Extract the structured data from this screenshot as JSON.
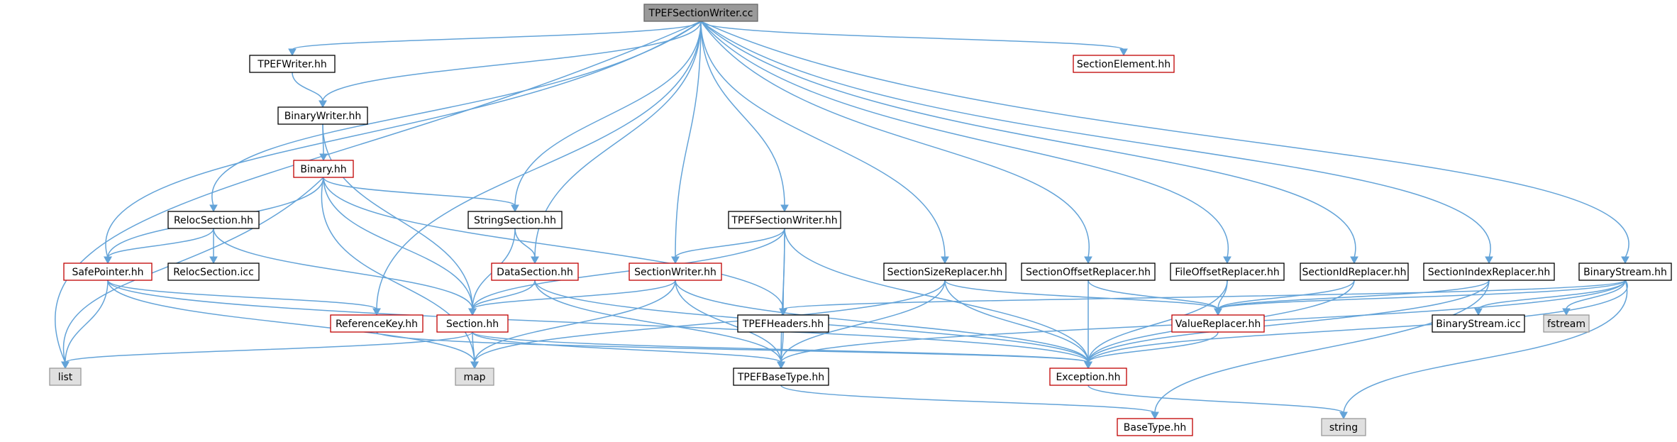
{
  "diagram": {
    "colors": {
      "edge": "#63a3d8",
      "root_fill": "#9a9a9a",
      "root_border": "#666666",
      "plain_border": "#000000",
      "red_border": "#c00000",
      "gray_fill": "#e0e0e0",
      "gray_border": "#999999"
    },
    "nodes": [
      {
        "id": "tpefsectionwriter_cc",
        "label": "TPEFSectionWriter.cc",
        "kind": "root"
      },
      {
        "id": "tpefwriter_hh",
        "label": "TPEFWriter.hh",
        "kind": "plain"
      },
      {
        "id": "sectionelement_hh",
        "label": "SectionElement.hh",
        "kind": "red"
      },
      {
        "id": "binarywriter_hh",
        "label": "BinaryWriter.hh",
        "kind": "plain"
      },
      {
        "id": "binary_hh",
        "label": "Binary.hh",
        "kind": "red"
      },
      {
        "id": "relocsection_hh",
        "label": "RelocSection.hh",
        "kind": "plain"
      },
      {
        "id": "stringsection_hh",
        "label": "StringSection.hh",
        "kind": "plain"
      },
      {
        "id": "tpefsectionwriter_hh",
        "label": "TPEFSectionWriter.hh",
        "kind": "plain"
      },
      {
        "id": "safepointer_hh",
        "label": "SafePointer.hh",
        "kind": "red"
      },
      {
        "id": "relocsection_icc",
        "label": "RelocSection.icc",
        "kind": "plain"
      },
      {
        "id": "datasection_hh",
        "label": "DataSection.hh",
        "kind": "red"
      },
      {
        "id": "sectionwriter_hh",
        "label": "SectionWriter.hh",
        "kind": "red"
      },
      {
        "id": "sectionsizereplacer_hh",
        "label": "SectionSizeReplacer.hh",
        "kind": "plain"
      },
      {
        "id": "sectionoffsetreplacer_hh",
        "label": "SectionOffsetReplacer.hh",
        "kind": "plain"
      },
      {
        "id": "fileoffsetreplacer_hh",
        "label": "FileOffsetReplacer.hh",
        "kind": "plain"
      },
      {
        "id": "sectionidreplacer_hh",
        "label": "SectionIdReplacer.hh",
        "kind": "plain"
      },
      {
        "id": "sectionindexreplacer_hh",
        "label": "SectionIndexReplacer.hh",
        "kind": "plain"
      },
      {
        "id": "binarystream_hh",
        "label": "BinaryStream.hh",
        "kind": "plain"
      },
      {
        "id": "referencekey_hh",
        "label": "ReferenceKey.hh",
        "kind": "red"
      },
      {
        "id": "section_hh",
        "label": "Section.hh",
        "kind": "red"
      },
      {
        "id": "tpefheaders_hh",
        "label": "TPEFHeaders.hh",
        "kind": "plain"
      },
      {
        "id": "valuereplacer_hh",
        "label": "ValueReplacer.hh",
        "kind": "red"
      },
      {
        "id": "binarystream_icc",
        "label": "BinaryStream.icc",
        "kind": "plain"
      },
      {
        "id": "fstream",
        "label": "fstream",
        "kind": "gray"
      },
      {
        "id": "list",
        "label": "list",
        "kind": "gray"
      },
      {
        "id": "map",
        "label": "map",
        "kind": "gray"
      },
      {
        "id": "tpefbasetype_hh",
        "label": "TPEFBaseType.hh",
        "kind": "plain"
      },
      {
        "id": "exception_hh",
        "label": "Exception.hh",
        "kind": "red"
      },
      {
        "id": "basetype_hh",
        "label": "BaseType.hh",
        "kind": "red"
      },
      {
        "id": "string",
        "label": "string",
        "kind": "gray"
      }
    ],
    "edges": [
      [
        "tpefsectionwriter_cc",
        "tpefwriter_hh"
      ],
      [
        "tpefsectionwriter_cc",
        "sectionelement_hh"
      ],
      [
        "tpefsectionwriter_cc",
        "binarywriter_hh"
      ],
      [
        "tpefsectionwriter_cc",
        "relocsection_hh"
      ],
      [
        "tpefsectionwriter_cc",
        "stringsection_hh"
      ],
      [
        "tpefsectionwriter_cc",
        "tpefsectionwriter_hh"
      ],
      [
        "tpefsectionwriter_cc",
        "safepointer_hh"
      ],
      [
        "tpefsectionwriter_cc",
        "list"
      ],
      [
        "tpefsectionwriter_cc",
        "datasection_hh"
      ],
      [
        "tpefsectionwriter_cc",
        "sectionwriter_hh"
      ],
      [
        "tpefsectionwriter_cc",
        "referencekey_hh"
      ],
      [
        "tpefsectionwriter_cc",
        "sectionsizereplacer_hh"
      ],
      [
        "tpefsectionwriter_cc",
        "sectionoffsetreplacer_hh"
      ],
      [
        "tpefsectionwriter_cc",
        "fileoffsetreplacer_hh"
      ],
      [
        "tpefsectionwriter_cc",
        "sectionidreplacer_hh"
      ],
      [
        "tpefsectionwriter_cc",
        "sectionindexreplacer_hh"
      ],
      [
        "tpefsectionwriter_cc",
        "binarystream_hh"
      ],
      [
        "tpefwriter_hh",
        "binarywriter_hh"
      ],
      [
        "binarywriter_hh",
        "binary_hh"
      ],
      [
        "binarywriter_hh",
        "section_hh"
      ],
      [
        "binary_hh",
        "safepointer_hh"
      ],
      [
        "binary_hh",
        "list"
      ],
      [
        "binary_hh",
        "map"
      ],
      [
        "binary_hh",
        "section_hh"
      ],
      [
        "binary_hh",
        "stringsection_hh"
      ],
      [
        "binary_hh",
        "tpefheaders_hh"
      ],
      [
        "relocsection_hh",
        "safepointer_hh"
      ],
      [
        "relocsection_hh",
        "relocsection_icc"
      ],
      [
        "relocsection_hh",
        "section_hh"
      ],
      [
        "stringsection_hh",
        "datasection_hh"
      ],
      [
        "stringsection_hh",
        "section_hh"
      ],
      [
        "tpefsectionwriter_hh",
        "sectionwriter_hh"
      ],
      [
        "tpefsectionwriter_hh",
        "tpefheaders_hh"
      ],
      [
        "tpefsectionwriter_hh",
        "tpefbasetype_hh"
      ],
      [
        "tpefsectionwriter_hh",
        "exception_hh"
      ],
      [
        "tpefsectionwriter_hh",
        "section_hh"
      ],
      [
        "safepointer_hh",
        "referencekey_hh"
      ],
      [
        "safepointer_hh",
        "list"
      ],
      [
        "safepointer_hh",
        "map"
      ],
      [
        "safepointer_hh",
        "exception_hh"
      ],
      [
        "datasection_hh",
        "section_hh"
      ],
      [
        "datasection_hh",
        "tpefbasetype_hh"
      ],
      [
        "datasection_hh",
        "exception_hh"
      ],
      [
        "sectionwriter_hh",
        "section_hh"
      ],
      [
        "sectionwriter_hh",
        "map"
      ],
      [
        "sectionwriter_hh",
        "tpefbasetype_hh"
      ],
      [
        "sectionwriter_hh",
        "exception_hh"
      ],
      [
        "referencekey_hh",
        "exception_hh"
      ],
      [
        "section_hh",
        "list"
      ],
      [
        "section_hh",
        "map"
      ],
      [
        "section_hh",
        "tpefbasetype_hh"
      ],
      [
        "section_hh",
        "exception_hh"
      ],
      [
        "tpefheaders_hh",
        "tpefbasetype_hh"
      ],
      [
        "tpefbasetype_hh",
        "basetype_hh"
      ],
      [
        "exception_hh",
        "string"
      ],
      [
        "sectionsizereplacer_hh",
        "valuereplacer_hh"
      ],
      [
        "sectionsizereplacer_hh",
        "exception_hh"
      ],
      [
        "sectionsizereplacer_hh",
        "tpefbasetype_hh"
      ],
      [
        "sectionsizereplacer_hh",
        "map"
      ],
      [
        "sectionoffsetreplacer_hh",
        "valuereplacer_hh"
      ],
      [
        "sectionoffsetreplacer_hh",
        "exception_hh"
      ],
      [
        "fileoffsetreplacer_hh",
        "valuereplacer_hh"
      ],
      [
        "fileoffsetreplacer_hh",
        "exception_hh"
      ],
      [
        "sectionidreplacer_hh",
        "valuereplacer_hh"
      ],
      [
        "sectionidreplacer_hh",
        "exception_hh"
      ],
      [
        "sectionindexreplacer_hh",
        "valuereplacer_hh"
      ],
      [
        "sectionindexreplacer_hh",
        "exception_hh"
      ],
      [
        "sectionindexreplacer_hh",
        "basetype_hh"
      ],
      [
        "valuereplacer_hh",
        "exception_hh"
      ],
      [
        "binarystream_hh",
        "binarystream_icc"
      ],
      [
        "binarystream_hh",
        "fstream"
      ],
      [
        "binarystream_hh",
        "exception_hh"
      ],
      [
        "binarystream_hh",
        "string"
      ],
      [
        "binarystream_hh",
        "tpefheaders_hh"
      ],
      [
        "binarystream_hh",
        "valuereplacer_hh"
      ],
      [
        "binarystream_hh",
        "tpefbasetype_hh"
      ]
    ]
  }
}
